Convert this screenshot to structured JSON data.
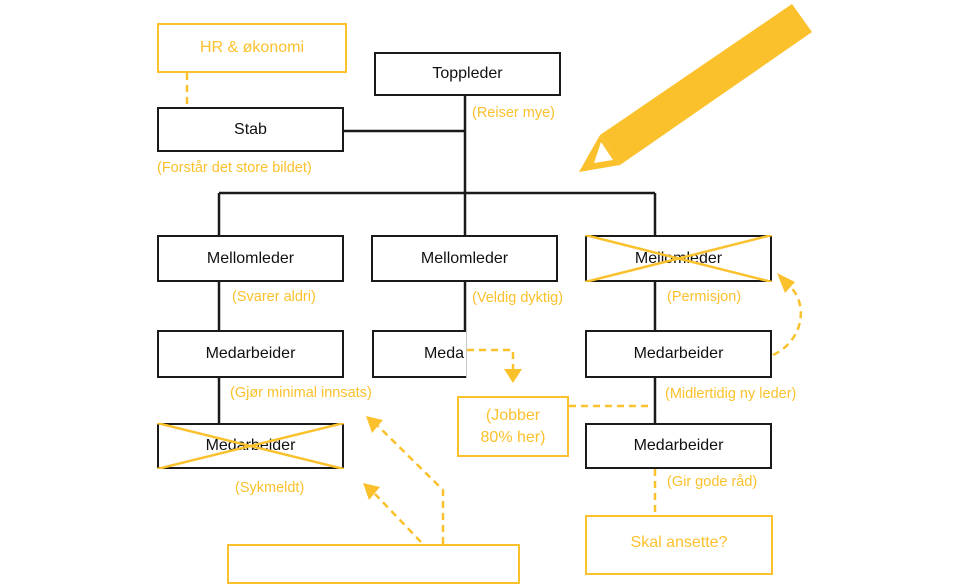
{
  "colors": {
    "accent": "#FBC12D",
    "line": "#1a1a1a"
  },
  "boxes": {
    "hr": "HR & økonomi",
    "toppleder": "Toppleder",
    "stab": "Stab",
    "mellomleder_1": "Mellomleder",
    "mellomleder_2": "Mellomleder",
    "mellomleder_3": "Mellomleder",
    "medarbeider_1": "Medarbeider",
    "medarbeider_2": "Meda",
    "medarbeider_3": "Medarbeider",
    "medarbeider_4": "Medarbeider",
    "medarbeider_5": "Medarbeider",
    "jobber_line1": "(Jobber",
    "jobber_line2": "80% her)",
    "skal_ansette": "Skal ansette?"
  },
  "notes": {
    "reiser": "(Reiser mye)",
    "forstar": "(Forstår det store bildet)",
    "svarer": "(Svarer aldri)",
    "veldig": "(Veldig dyktig)",
    "permisjon": "(Permisjon)",
    "gjor": "(Gjør minimal innsats)",
    "midlertidig": "(Midlertidig ny leder)",
    "sykmeldt": "(Sykmeldt)",
    "gir": "(Gir gode råd)"
  },
  "icons": {
    "pencil": "pencil-icon"
  }
}
